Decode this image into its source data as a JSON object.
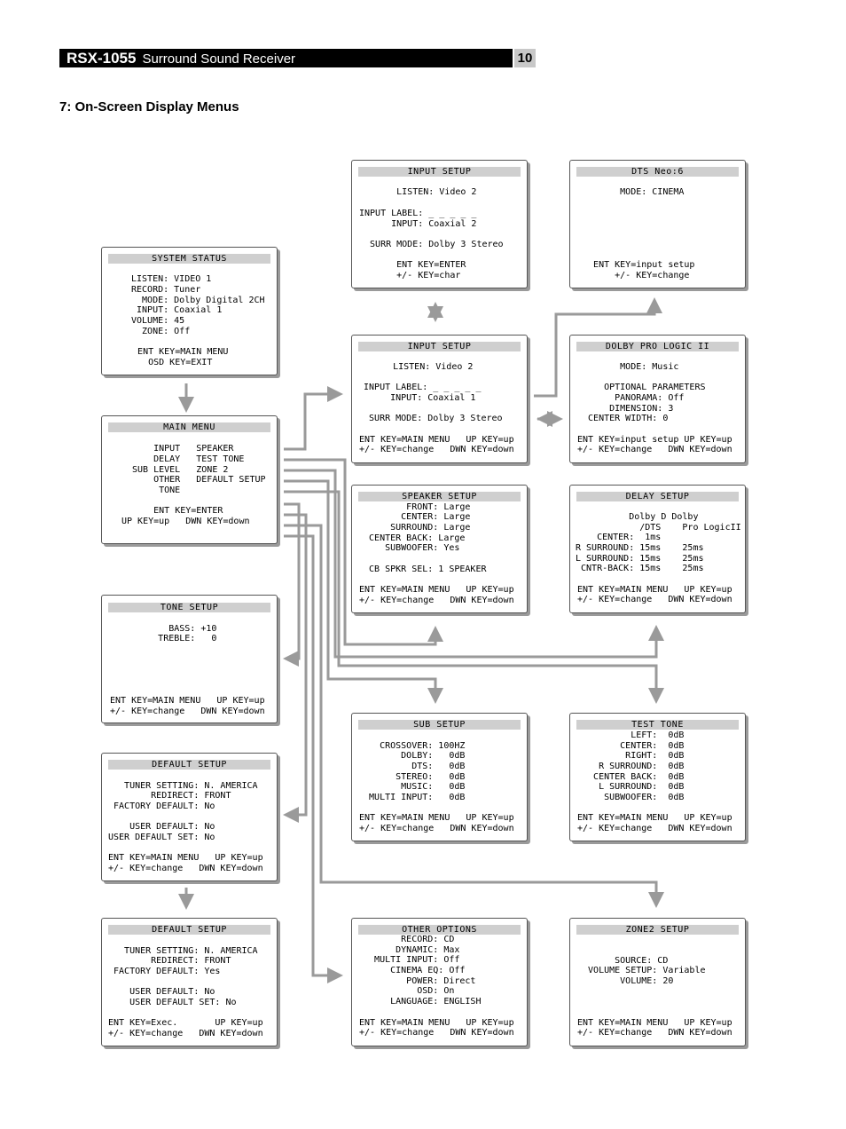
{
  "header": {
    "model": "RSX-1055",
    "title": "Surround Sound Receiver",
    "page": "10"
  },
  "section_title": "7: On-Screen Display Menus",
  "colors": {
    "header_bg": "#000000",
    "title_strip": "#cfcfcf",
    "arrow": "#9a9a9a",
    "page_num_bg": "#c8c8c8"
  },
  "screens": {
    "system_status": {
      "title": "SYSTEM STATUS",
      "lines": [
        "LISTEN: VIDEO 1",
        "RECORD: Tuner",
        "  MODE: Dolby Digital 2CH",
        " INPUT: Coaxial 1",
        "VOLUME: 45",
        "  ZONE: Off",
        "",
        "   ENT KEY=MAIN MENU",
        "     OSD KEY=EXIT"
      ]
    },
    "main_menu": {
      "title": "MAIN MENU",
      "lines": [
        "     INPUT   SPEAKER",
        "     DELAY   TEST TONE",
        " SUB LEVEL   ZONE 2",
        "     OTHER   DEFAULT SETUP",
        "      TONE",
        "",
        "      ENT KEY=ENTER",
        "UP KEY=up   DWN KEY=down"
      ]
    },
    "tone_setup": {
      "title": "TONE SETUP",
      "lines": [
        "           BASS: +10",
        "         TREBLE:   0",
        "",
        "",
        "",
        "",
        "",
        "ENT KEY=MAIN MENU   UP KEY=up",
        "+/- KEY=change   DWN KEY=down"
      ]
    },
    "default_setup_1": {
      "title": "DEFAULT SETUP",
      "lines": [
        "   TUNER SETTING: N. AMERICA",
        "        REDIRECT: FRONT",
        " FACTORY DEFAULT: No",
        "",
        "    USER DEFAULT: No",
        "USER DEFAULT SET: No",
        "",
        "ENT KEY=MAIN MENU   UP KEY=up",
        "+/- KEY=change   DWN KEY=down"
      ]
    },
    "default_setup_2": {
      "title": "DEFAULT SETUP",
      "lines": [
        "   TUNER SETTING: N. AMERICA",
        "        REDIRECT: FRONT",
        " FACTORY DEFAULT: Yes",
        "",
        "    USER DEFAULT: No",
        "    USER DEFAULT SET: No",
        "",
        "ENT KEY=Exec.       UP KEY=up",
        "+/- KEY=change   DWN KEY=down"
      ]
    },
    "input_setup_1": {
      "title": "INPUT SETUP",
      "lines": [
        "       LISTEN: Video 2",
        "",
        "INPUT LABEL: _ _ _ _ _",
        "      INPUT: Coaxial 2",
        "",
        "  SURR MODE: Dolby 3 Stereo",
        "",
        "       ENT KEY=ENTER",
        "       +/- KEY=char"
      ]
    },
    "input_setup_2": {
      "title": "INPUT SETUP",
      "lines": [
        "     LISTEN: Video 2",
        "",
        " INPUT LABEL: _ _ _ _ _",
        "      INPUT: Coaxial 1",
        "",
        "  SURR MODE: Dolby 3 Stereo",
        "",
        "ENT KEY=MAIN MENU   UP KEY=up",
        "+/- KEY=change   DWN KEY=down"
      ]
    },
    "speaker_setup": {
      "title": "SPEAKER SETUP",
      "lines": [
        "         FRONT: Large",
        "        CENTER: Large",
        "      SURROUND: Large",
        "  CENTER BACK: Large",
        "     SUBWOOFER: Yes",
        "",
        "  CB SPKR SEL: 1 SPEAKER",
        "",
        "ENT KEY=MAIN MENU   UP KEY=up",
        "+/- KEY=change   DWN KEY=down"
      ]
    },
    "sub_setup": {
      "title": "SUB SETUP",
      "lines": [
        "",
        "    CROSSOVER: 100HZ",
        "        DOLBY:   0dB",
        "          DTS:   0dB",
        "       STEREO:   0dB",
        "        MUSIC:   0dB",
        "  MULTI INPUT:   0dB",
        "",
        "ENT KEY=MAIN MENU   UP KEY=up",
        "+/- KEY=change   DWN KEY=down"
      ]
    },
    "other_options": {
      "title": "OTHER OPTIONS",
      "lines": [
        "        RECORD: CD",
        "       DYNAMIC: Max",
        "   MULTI INPUT: Off",
        "      CINEMA EQ: Off",
        "         POWER: Direct",
        "           OSD: On",
        "      LANGUAGE: ENGLISH",
        "",
        "ENT KEY=MAIN MENU   UP KEY=up",
        "+/- KEY=change   DWN KEY=down"
      ]
    },
    "dts_neo6": {
      "title": "DTS Neo:6",
      "lines": [
        "",
        "        MODE: CINEMA",
        "",
        "",
        "",
        "",
        "",
        "   ENT KEY=input setup",
        "       +/- KEY=change"
      ]
    },
    "dolby_pro_logic_ii": {
      "title": "DOLBY PRO LOGIC II",
      "lines": [
        "",
        "        MODE: Music",
        "",
        "     OPTIONAL PARAMETERS",
        "       PANORAMA: Off",
        "      DIMENSION: 3",
        "  CENTER WIDTH: 0",
        "",
        "ENT KEY=input setup UP KEY=up",
        "+/- KEY=change   DWN KEY=down"
      ]
    },
    "delay_setup": {
      "title": "DELAY SETUP",
      "lines": [
        "",
        "          Dolby D Dolby",
        "            /DTS    Pro LogicII",
        "    CENTER:  1ms",
        "R SURROUND: 15ms    25ms",
        "L SURROUND: 15ms    25ms",
        " CNTR-BACK: 15ms    25ms",
        "",
        "ENT KEY=MAIN MENU   UP KEY=up",
        "+/- KEY=change   DWN KEY=down"
      ]
    },
    "test_tone": {
      "title": "TEST TONE",
      "lines": [
        "          LEFT:  0dB",
        "        CENTER:  0dB",
        "         RIGHT:  0dB",
        "    R SURROUND:  0dB",
        "   CENTER BACK:  0dB",
        "    L SURROUND:  0dB",
        "     SUBWOOFER:  0dB",
        "",
        "ENT KEY=MAIN MENU   UP KEY=up",
        "+/- KEY=change   DWN KEY=down"
      ]
    },
    "zone2_setup": {
      "title": "ZONE2 SETUP",
      "lines": [
        "",
        "",
        "       SOURCE: CD",
        "  VOLUME SETUP: Variable",
        "        VOLUME: 20",
        "",
        "",
        "",
        "ENT KEY=MAIN MENU   UP KEY=up",
        "+/- KEY=change   DWN KEY=down"
      ]
    }
  }
}
